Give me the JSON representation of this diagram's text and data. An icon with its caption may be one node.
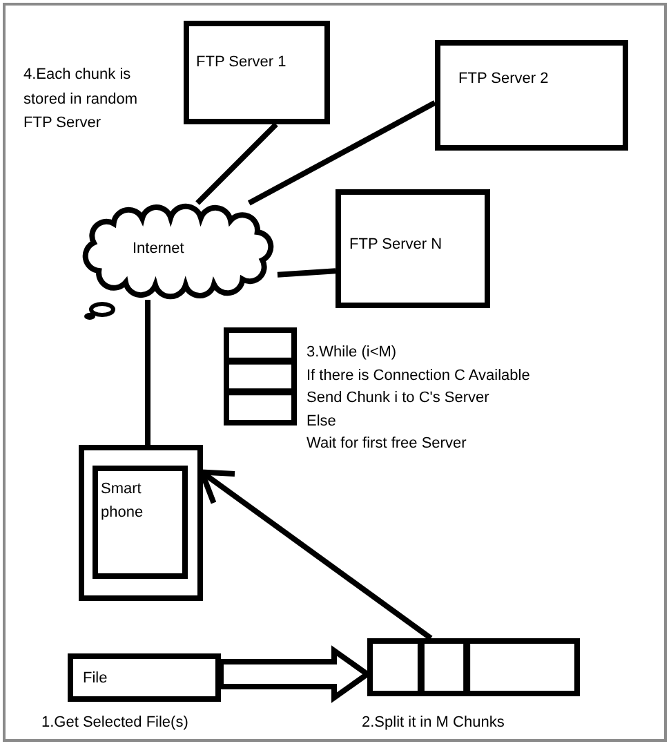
{
  "diagram": {
    "nodes": [
      {
        "text": [
          "FTP Server 1"
        ]
      },
      {
        "text": [
          "FTP Server 2"
        ]
      },
      {
        "text": [
          "FTP Server N"
        ]
      },
      {
        "text": [
          "Internet"
        ]
      },
      {
        "text": [],
        "shape": "stack",
        "beside": [
          "3.While (i<M)",
          "If there is Connection C Available",
          "Send Chunk i to C's Server",
          "Else",
          "Wait for first free Server"
        ]
      },
      {
        "text": [],
        "shape": "box"
      },
      {
        "text": [
          "Smart phone"
        ],
        "in": 5
      },
      {
        "text": [
          "File"
        ],
        "beside": [
          "1.Get Selected File(s)"
        ]
      },
      {
        "text": [],
        "shape": "bar",
        "beside": [
          "2.Split it in M Chunks"
        ]
      }
    ],
    "edges": [
      {
        "from": 3,
        "to": 0,
        "arrow": "none"
      },
      {
        "from": 3,
        "to": 1,
        "arrow": "none"
      },
      {
        "from": 3,
        "to": 2,
        "arrow": "none"
      },
      {
        "from": 3,
        "to": 5,
        "arrow": "none"
      },
      {
        "from": 7,
        "to": 8,
        "arrow": "to",
        "style": "thick"
      },
      {
        "from": 8,
        "to": 5,
        "arrow": "to"
      }
    ],
    "labels": [
      "4.Each chunk is stored in random FTP Server"
    ]
  }
}
